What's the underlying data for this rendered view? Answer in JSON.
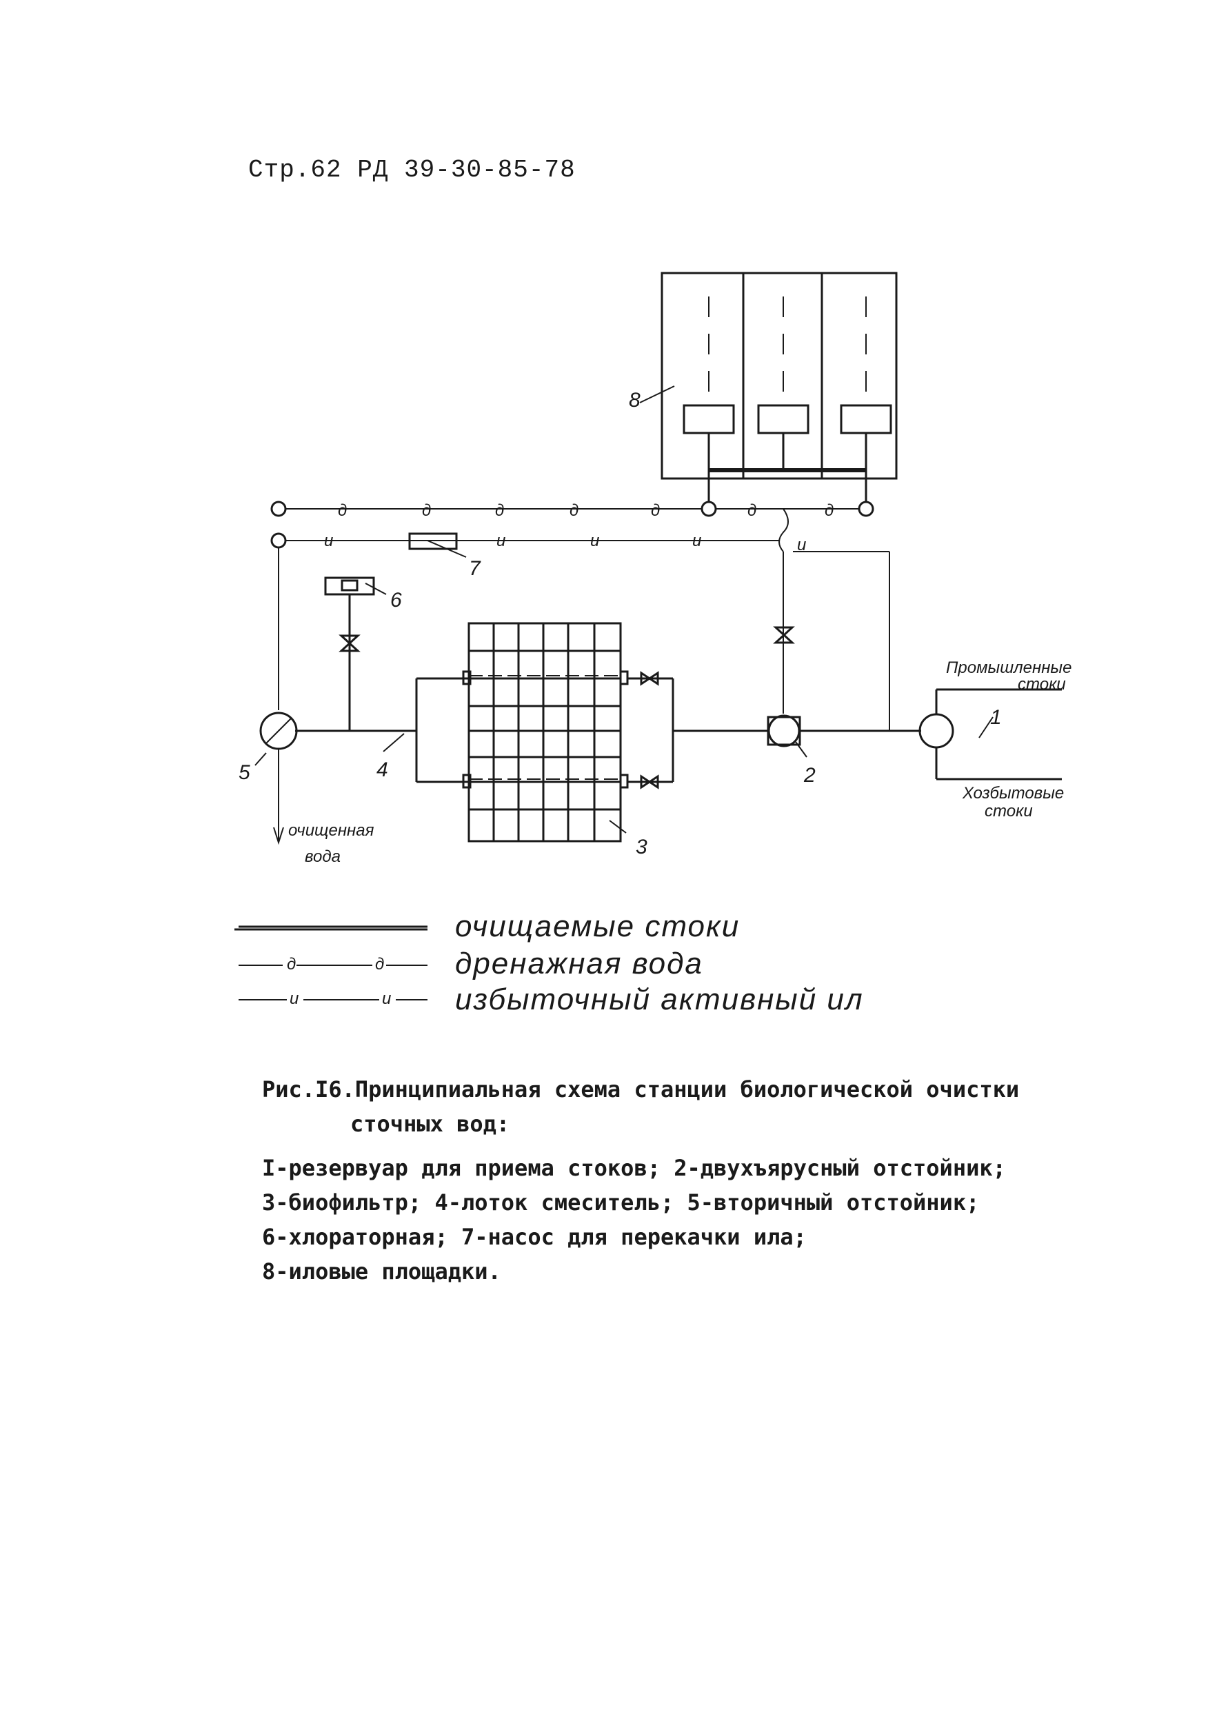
{
  "header": {
    "text": "Стр.62 РД 39-30-85-78"
  },
  "diagram": {
    "labels": {
      "l1": "1",
      "l2": "2",
      "l3": "3",
      "l4": "4",
      "l5": "5",
      "l6": "6",
      "l7": "7",
      "l8": "8"
    },
    "line_codes": {
      "drain": "д",
      "sludge": "и"
    },
    "annotations": {
      "industrial": "Промышленные",
      "industrial2": "стоки",
      "household": "Хозбытовые",
      "household2": "стоки",
      "clean": "очищенная",
      "clean2": "вода"
    }
  },
  "legend": {
    "items": [
      {
        "text": "очищаемые стоки"
      },
      {
        "text": "дренажная вода"
      },
      {
        "text": "избыточный активный ил"
      }
    ]
  },
  "caption": {
    "title_line1": "Рис.I6.Принципиальная схема станции биологической очистки",
    "title_line2": "сточных вод:",
    "items": [
      "I-резервуар для приема стоков; 2-двухъярусный отстойник;",
      "3-биофильтр; 4-лоток смеситель; 5-вторичный отстойник;",
      "6-хлораторная; 7-насос для перекачки ила;",
      "8-иловые площадки."
    ]
  }
}
